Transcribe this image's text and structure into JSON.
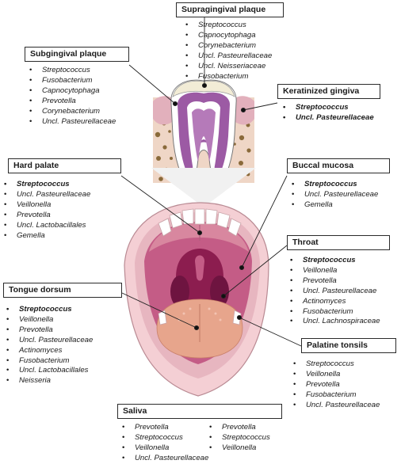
{
  "labels": {
    "supragingival": {
      "title": "Supragingival plaque",
      "items": [
        "Streptococcus",
        "Capnocytophaga",
        "Corynebacterium",
        "Uncl. Pasteurellaceae",
        "Uncl. Neisseriaceae",
        "Fusobacterium"
      ],
      "bold": []
    },
    "subgingival": {
      "title": "Subgingival plaque",
      "items": [
        "Streptococcus",
        "Fusobacterium",
        "Capnocytophaga",
        "Prevotella",
        "Corynebacterium",
        "Uncl. Pasteurellaceae"
      ],
      "bold": []
    },
    "keratinized": {
      "title": "Keratinized gingiva",
      "items": [
        "Streptococcus",
        "Uncl. Pasteurellaceae"
      ],
      "bold": [
        0,
        1
      ]
    },
    "hard_palate": {
      "title": "Hard palate",
      "items": [
        "Streptococcus",
        "Uncl. Pasteurellaceae",
        "Veillonella",
        "Prevotella",
        "Uncl. Lactobacillales",
        "Gemella"
      ],
      "bold": [
        0
      ]
    },
    "buccal": {
      "title": "Buccal mucosa",
      "items": [
        "Streptococcus",
        "Uncl. Pasteurellaceae",
        "Gemella"
      ],
      "bold": [
        0
      ]
    },
    "throat": {
      "title": "Throat",
      "items": [
        "Streptococcus",
        "Veillonella",
        "Prevotella",
        "Uncl. Pasteurellaceae",
        "Actinomyces",
        "Fusobacterium",
        "Uncl. Lachnospiraceae"
      ],
      "bold": [
        0
      ]
    },
    "tongue": {
      "title": "Tongue dorsum",
      "items": [
        "Streptococcus",
        "Veillonella",
        "Prevotella",
        "Uncl. Pasteurellaceae",
        "Actinomyces",
        "Fusobacterium",
        "Uncl. Lactobacillales",
        "Neisseria"
      ],
      "bold": [
        0
      ]
    },
    "palatine": {
      "title": "Palatine tonsils",
      "items": [
        "Streptococcus",
        "Veillonella",
        "Prevotella",
        "Fusobacterium",
        "Uncl. Pasteurellaceae"
      ],
      "bold": []
    },
    "saliva": {
      "title": "Saliva",
      "items": [
        "Prevotella",
        "Streptococcus",
        "Veillonella",
        "Uncl. Pasteurellaceae"
      ],
      "items2": [
        "Prevotella",
        "Streptococcus",
        "Veillonella"
      ],
      "bold": []
    }
  },
  "colors": {
    "lips": "#f4cfd4",
    "cavity": "#c45c86",
    "palate": "#d8879f",
    "throat": "#8c1d4f",
    "tongue": "#e7a58c",
    "tooth_pulp": "#a66aae",
    "gum": "#e2b0bc"
  }
}
